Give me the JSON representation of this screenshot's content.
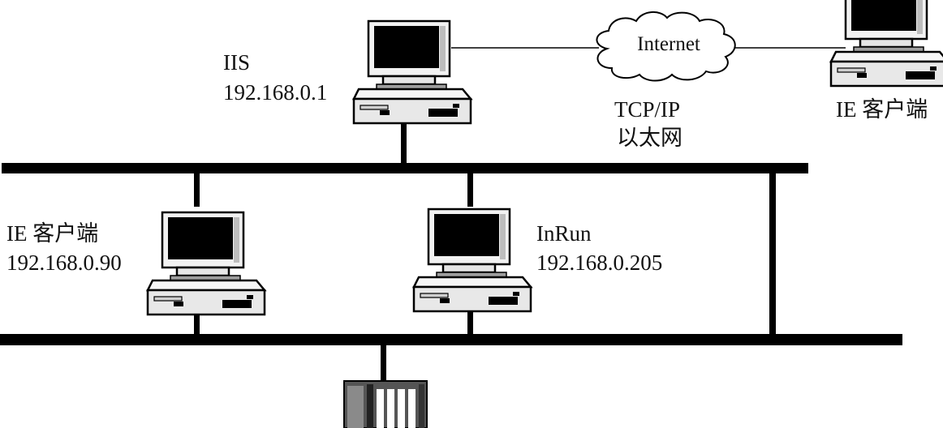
{
  "labels": {
    "iis_name": "IIS",
    "iis_ip": "192.168.0.1",
    "internet": "Internet",
    "protocol": "TCP/IP",
    "ethernet": "以太网",
    "remote_client": "IE 客户端",
    "local_client": "IE 客户端",
    "local_client_ip": "192.168.0.90",
    "inrun_name": "InRun",
    "inrun_ip": "192.168.0.205"
  },
  "colors": {
    "line": "#000000",
    "screen": "#000000",
    "body_fill": "#e8e8e8"
  }
}
